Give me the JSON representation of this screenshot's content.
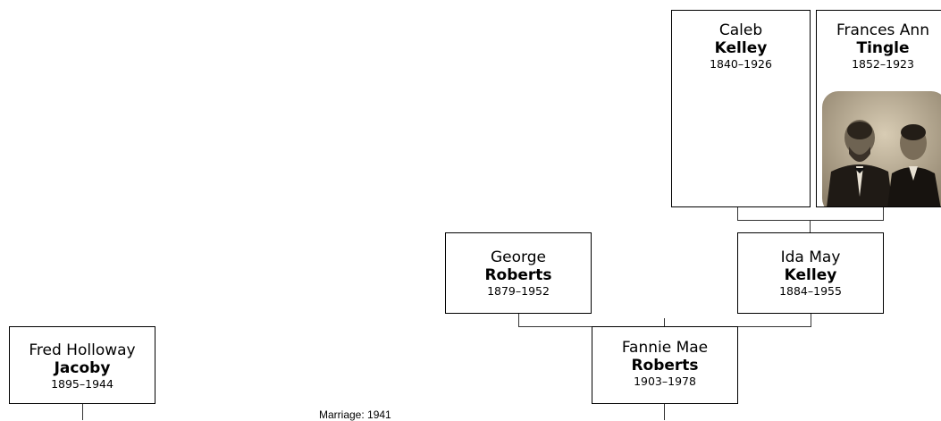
{
  "people": {
    "caleb": {
      "given": "Caleb",
      "surname": "Kelley",
      "dates": "1840–1926"
    },
    "frances": {
      "given": "Frances Ann",
      "surname": "Tingle",
      "dates": "1852–1923"
    },
    "george": {
      "given": "George",
      "surname": "Roberts",
      "dates": "1879–1952"
    },
    "ida": {
      "given": "Ida May",
      "surname": "Kelley",
      "dates": "1884–1955"
    },
    "fannie": {
      "given": "Fannie Mae",
      "surname": "Roberts",
      "dates": "1903–1978"
    },
    "fred": {
      "given": "Fred Holloway",
      "surname": "Jacoby",
      "dates": "1895–1944"
    }
  },
  "marriage": {
    "label": "Marriage: 1941"
  },
  "colors": {
    "line": "#333333",
    "photo_tone": "#b9a98a"
  }
}
